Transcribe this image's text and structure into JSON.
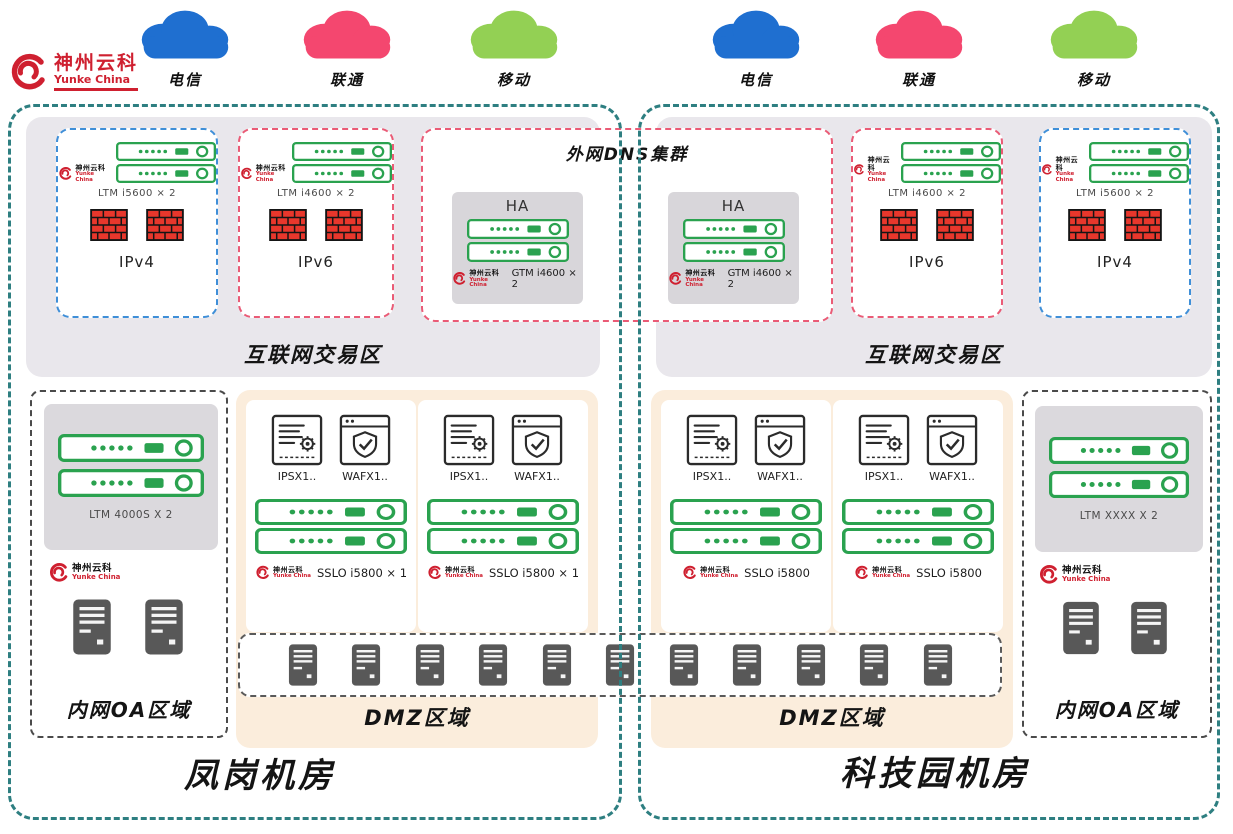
{
  "brand": {
    "name": "神州云科",
    "en": "Yunke China"
  },
  "palette": {
    "teal_border": "#2e7f81",
    "zone_gray": "#e9e7ec",
    "dmz_peach": "#fbeddc",
    "device_green": "#2aa24f",
    "ipv4_blue": "#3f8fd8",
    "ipv6_pink": "#ea5b76",
    "firewall_red": "#e8372c",
    "brand_red": "#cf2030"
  },
  "isps": [
    {
      "label": "电信",
      "color": "#1f6fd0"
    },
    {
      "label": "联通",
      "color": "#f4476f"
    },
    {
      "label": "移动",
      "color": "#93d054"
    },
    {
      "label": "电信",
      "color": "#1f6fd0"
    },
    {
      "label": "联通",
      "color": "#f4476f"
    },
    {
      "label": "移动",
      "color": "#93d054"
    }
  ],
  "dns_cluster": {
    "title": "外网DNS集群",
    "ha": "HA",
    "device": "GTM i4600 × 2"
  },
  "left_dc": {
    "name": "凤岗机房",
    "internet_zone": {
      "title": "互联网交易区",
      "ipv4": {
        "device": "LTM i5600 × 2",
        "label": "IPv4"
      },
      "ipv6": {
        "device": "LTM i4600 × 2",
        "label": "IPv6"
      }
    },
    "oa_zone": {
      "title": "内网OA区域",
      "device": "LTM 4000S X 2"
    },
    "dmz": {
      "title": "DMZ区域",
      "groups": [
        {
          "ips": "IPSX1..",
          "waf": "WAFX1..",
          "sslo": "SSLO i5800 × 1"
        },
        {
          "ips": "IPSX1..",
          "waf": "WAFX1..",
          "sslo": "SSLO i5800 × 1"
        }
      ]
    }
  },
  "right_dc": {
    "name": "科技园机房",
    "internet_zone": {
      "title": "互联网交易区",
      "ipv6": {
        "device": "LTM i4600 × 2",
        "label": "IPv6"
      },
      "ipv4": {
        "device": "LTM i5600 × 2",
        "label": "IPv4"
      }
    },
    "oa_zone": {
      "title": "内网OA区域",
      "device": "LTM XXXX X 2"
    },
    "dmz": {
      "title": "DMZ区域",
      "groups": [
        {
          "ips": "IPSX1..",
          "waf": "WAFX1..",
          "sslo": "SSLO i5800"
        },
        {
          "ips": "IPSX1..",
          "waf": "WAFX1..",
          "sslo": "SSLO i5800"
        }
      ]
    }
  }
}
